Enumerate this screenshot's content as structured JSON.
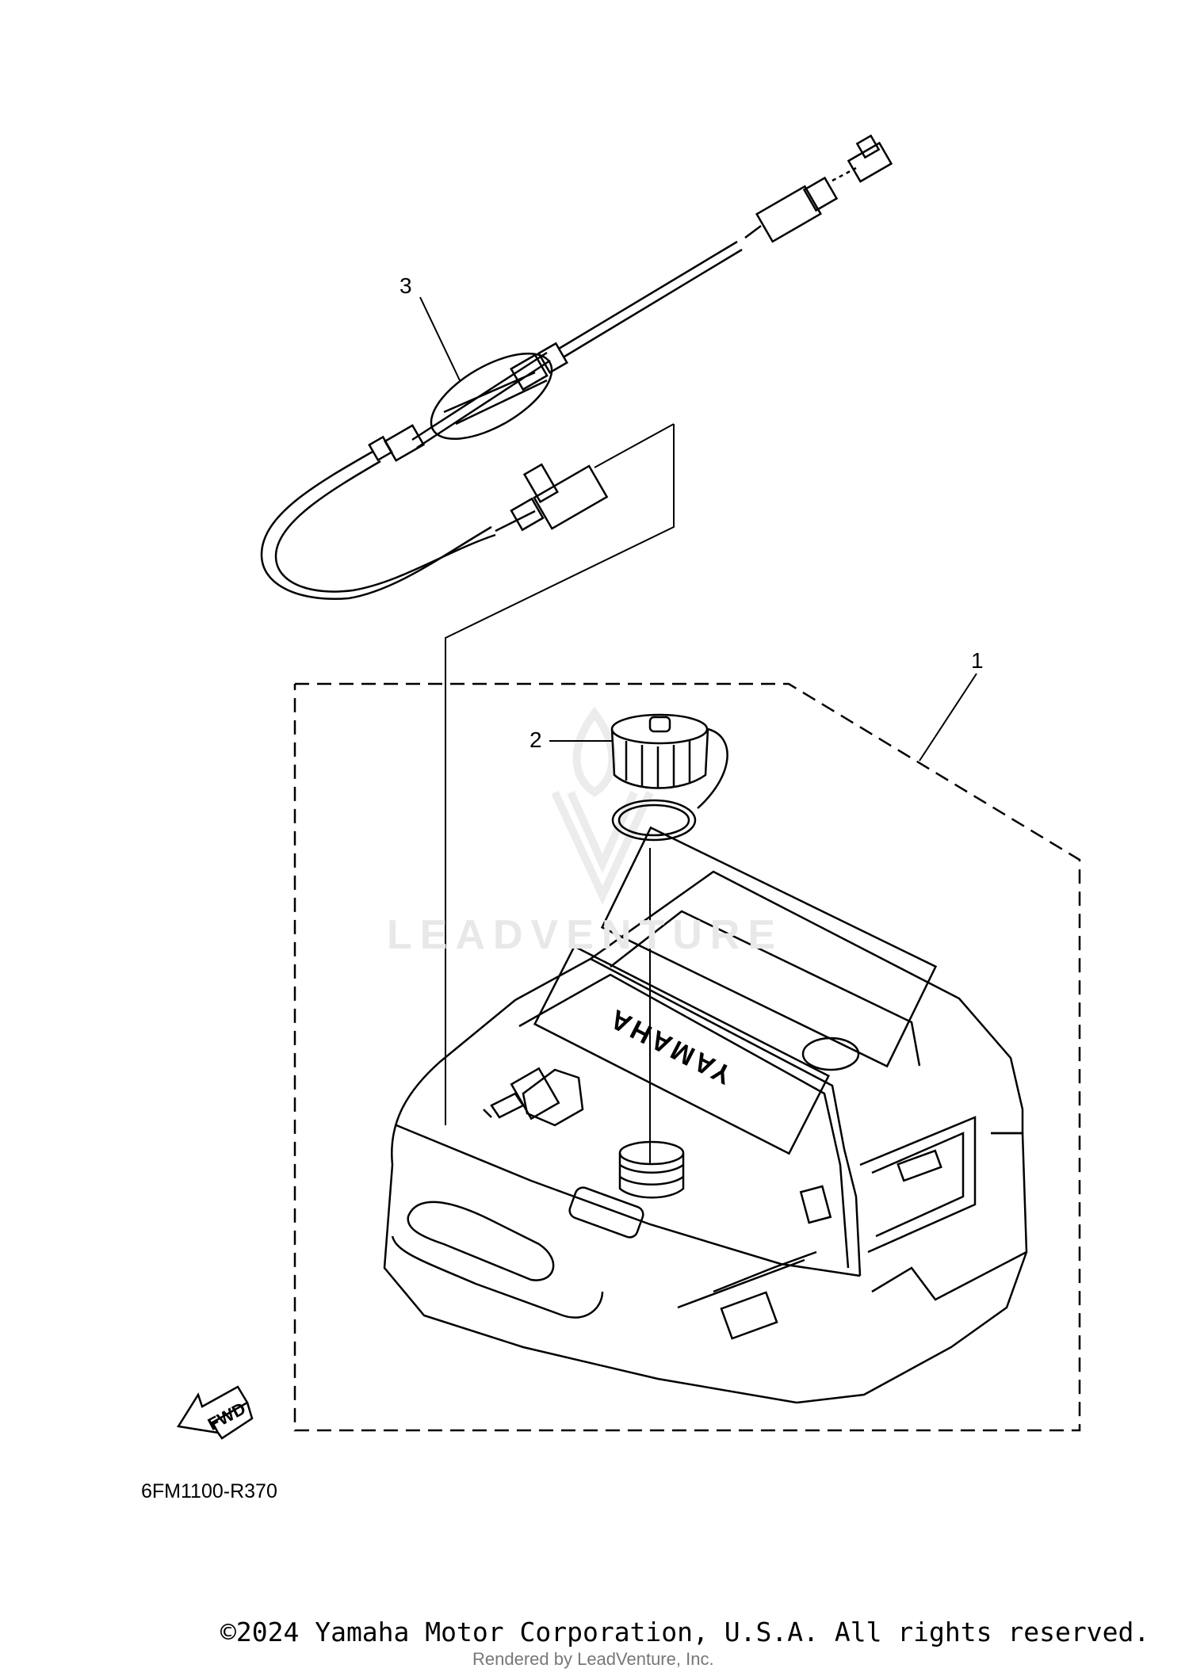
{
  "callouts": [
    {
      "id": "1",
      "label": "1"
    },
    {
      "id": "2",
      "label": "2"
    },
    {
      "id": "3",
      "label": "3"
    }
  ],
  "parts": {
    "fuel_tank": {
      "callout": "1",
      "brand_marking": "YAMAHA"
    },
    "fuel_cap": {
      "callout": "2"
    },
    "fuel_hose_assembly": {
      "callout": "3"
    }
  },
  "direction_indicator": "FWD",
  "diagram_code": "6FM1100-R370",
  "watermark": "LEADVENTURE",
  "footer": {
    "copyright": "©2024 Yamaha Motor Corporation, U.S.A. All rights reserved.",
    "rendered_by": "Rendered by LeadVenture, Inc."
  },
  "colors": {
    "line": "#000000",
    "background": "#ffffff",
    "watermark": "#e8e8e8"
  }
}
